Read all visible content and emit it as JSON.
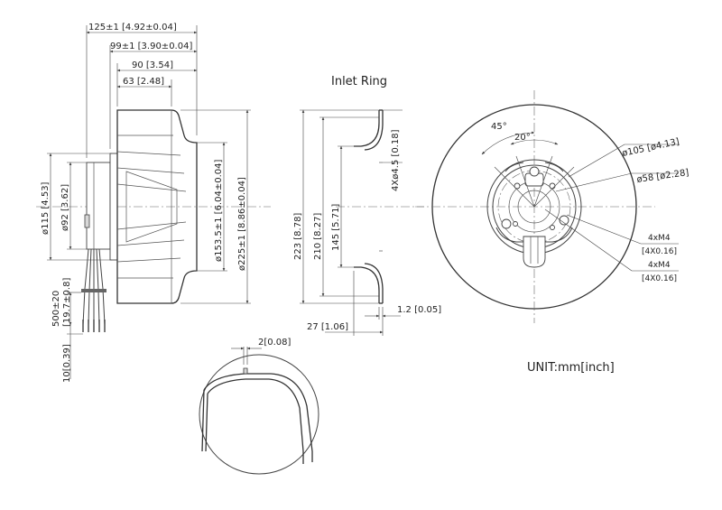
{
  "side_view": {
    "dims": {
      "d125": "125±1 [4.92±0.04]",
      "d99": "99±1 [3.90±0.04]",
      "d90": "90 [3.54]",
      "d63": "63 [2.48]",
      "phi115": "ø115 [4.53]",
      "phi92": "ø92 [3.62]",
      "phi153": "ø153.5±1 [6.04±0.04]",
      "phi225": "ø225±1 [8.86±0.04]",
      "lead": "500±20",
      "lead_in": "[19.7±0.8]",
      "strip": "10[0.39]"
    }
  },
  "inlet_ring": {
    "title": "Inlet Ring",
    "dims": {
      "d223": "223 [8.78]",
      "d210": "210 [8.27]",
      "d145": "145 [5.71]",
      "holes": "4Xø4.5 [0.18]",
      "d27": "27 [1.06]",
      "d1_2": "1.2 [0.05]"
    }
  },
  "front_view": {
    "dims": {
      "a45": "45°",
      "a20": "20°",
      "phi105": "ø105 [ø4.13]",
      "phi58": "ø58 [ø2.28]",
      "m4a": "4xM4",
      "m4a_in": "[4X0.16]",
      "m4b": "4xM4",
      "m4b_in": "[4X0.16]"
    }
  },
  "detail_view": {
    "dims": {
      "d2": "2[0.08]"
    }
  },
  "unit_note": "UNIT:mm[inch]"
}
